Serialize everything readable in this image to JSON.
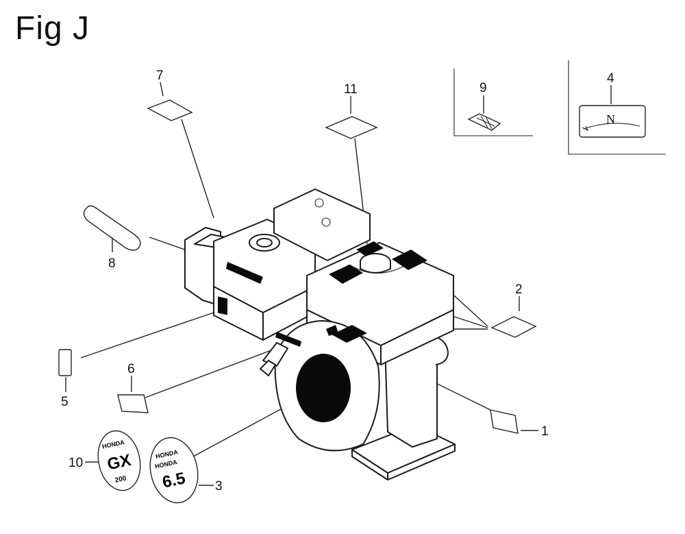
{
  "figure": {
    "title": "Fig J"
  },
  "callouts": [
    {
      "id": "1",
      "text": "1"
    },
    {
      "id": "2",
      "text": "2"
    },
    {
      "id": "3",
      "text": "3"
    },
    {
      "id": "4",
      "text": "4"
    },
    {
      "id": "5",
      "text": "5"
    },
    {
      "id": "6",
      "text": "6"
    },
    {
      "id": "7",
      "text": "7"
    },
    {
      "id": "8",
      "text": "8"
    },
    {
      "id": "9",
      "text": "9"
    },
    {
      "id": "10",
      "text": "10"
    },
    {
      "id": "11",
      "text": "11"
    }
  ],
  "inset_4": {
    "glyph": "N"
  },
  "emblem_10": {
    "line1": "HONDA",
    "line2": "GX",
    "line3": "200"
  },
  "emblem_3": {
    "line1": "HONDA",
    "line2": "HONDA",
    "line3": "6.5"
  }
}
